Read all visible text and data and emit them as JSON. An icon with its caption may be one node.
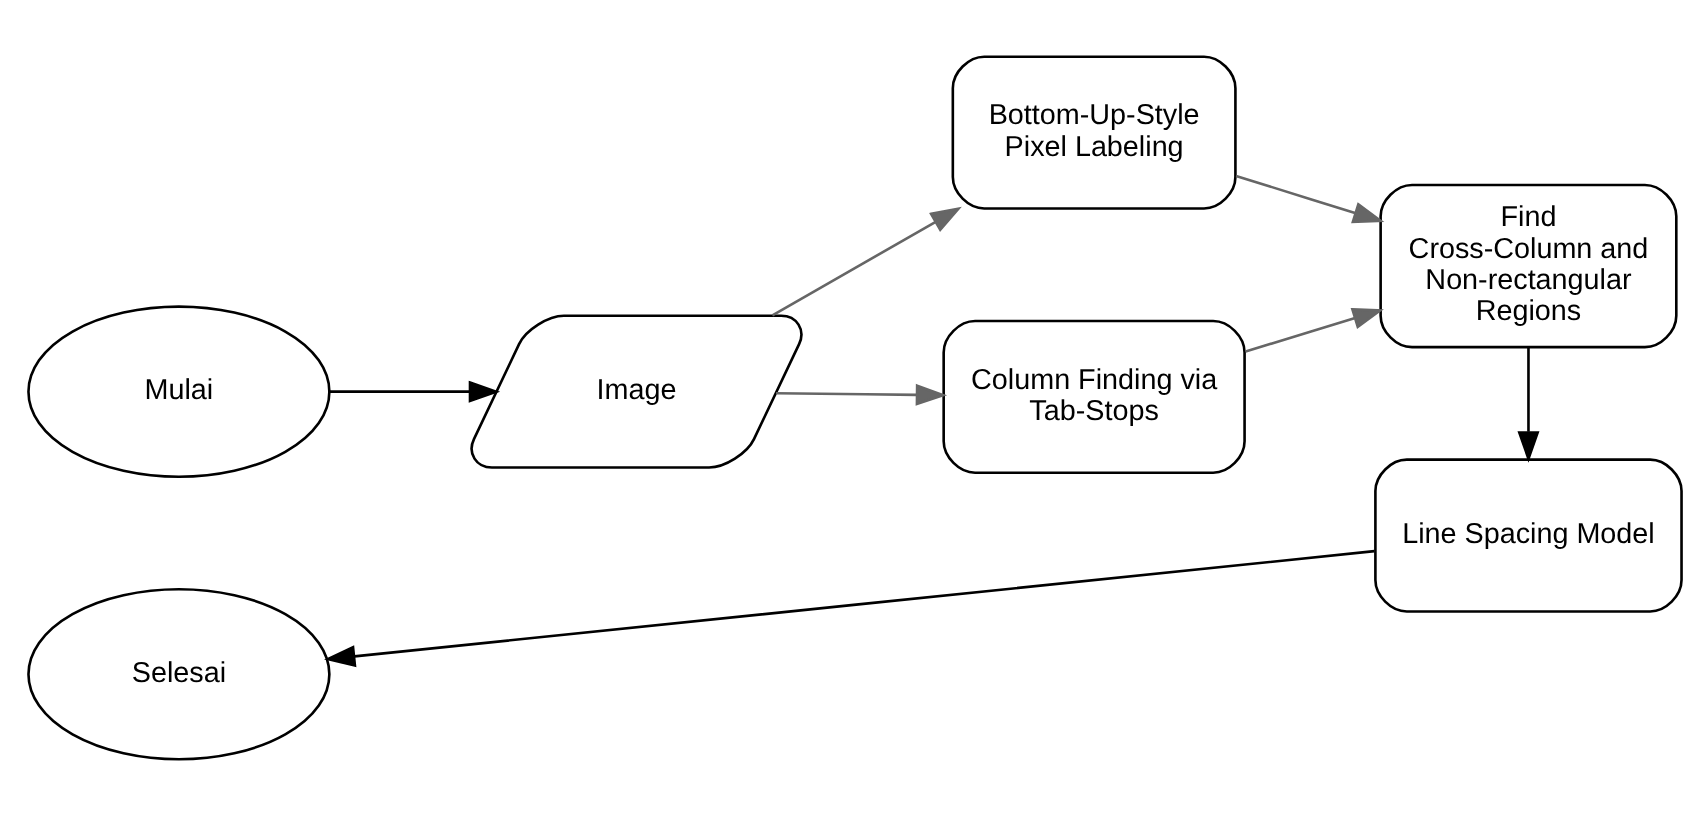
{
  "diagram": {
    "nodes": [
      {
        "text": [
          "Mulai"
        ]
      },
      {
        "text": [
          "Image"
        ]
      },
      {
        "text": [
          "Bottom-Up-Style Pixel Labeling"
        ]
      },
      {
        "text": [
          "Column Finding via Tab-Stops"
        ]
      },
      {
        "text": [
          "Find Cross-Column and Non-rectangular Regions"
        ]
      },
      {
        "text": [
          "Line Spacing Model"
        ]
      },
      {
        "text": [
          "Selesai"
        ]
      }
    ],
    "edges": [
      {
        "from": 0,
        "to": 1,
        "arrow": "to",
        "color": "#000000"
      },
      {
        "from": 1,
        "to": 2,
        "arrow": "to"
      },
      {
        "from": 1,
        "to": 3,
        "arrow": "to"
      },
      {
        "from": 2,
        "to": 4,
        "arrow": "to"
      },
      {
        "from": 3,
        "to": 4,
        "arrow": "to"
      },
      {
        "from": 4,
        "to": 5,
        "arrow": "to",
        "color": "#000000"
      },
      {
        "from": 5,
        "to": 6,
        "arrow": "to",
        "color": "#000000"
      }
    ]
  }
}
